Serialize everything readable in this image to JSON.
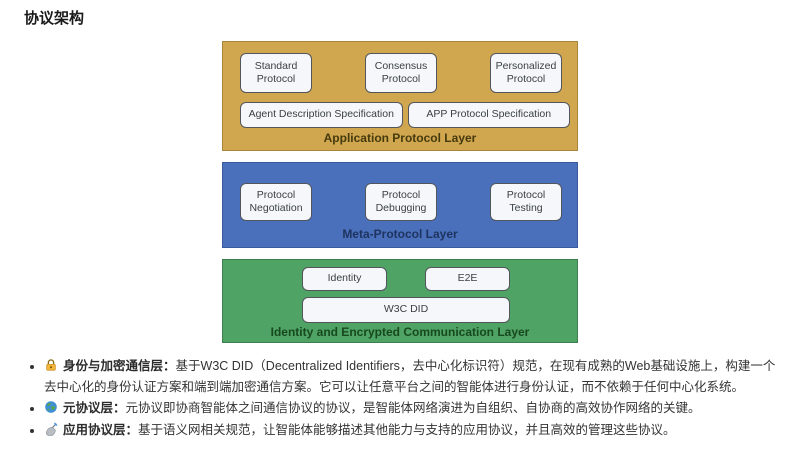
{
  "title": "协议架构",
  "diagram": {
    "app_layer": {
      "label": "Application Protocol Layer",
      "color": "#d0a64f",
      "boxes_row1": [
        "Standard Protocol",
        "Consensus Protocol",
        "Personalized Protocol"
      ],
      "boxes_row2": [
        "Agent Description Specification",
        "APP Protocol Specification"
      ]
    },
    "meta_layer": {
      "label": "Meta-Protocol Layer",
      "color": "#4a70bc",
      "boxes": [
        "Protocol Negotiation",
        "Protocol Debugging",
        "Protocol Testing"
      ]
    },
    "identity_layer": {
      "label": "Identity and Encrypted Communication Layer",
      "color": "#4fa365",
      "boxes_row1": [
        "Identity",
        "E2E"
      ],
      "boxes_row2": [
        "W3C DID"
      ]
    }
  },
  "notes": [
    {
      "icon": "lock-icon",
      "heading": "身份与加密通信层：",
      "text": "基于W3C DID（Decentralized Identifiers，去中心化标识符）规范，在现有成熟的Web基础设施上，构建一个去中心化的身份认证方案和端到端加密通信方案。它可以让任意平台之间的智能体进行身份认证，而不依赖于任何中心化系统。"
    },
    {
      "icon": "globe-icon",
      "heading": "元协议层：",
      "text": "元协议即协商智能体之间通信协议的协议，是智能体网络演进为自组织、自协商的高效协作网络的关键。"
    },
    {
      "icon": "satellite-icon",
      "heading": "应用协议层：",
      "text": "基于语义网相关规范，让智能体能够描述其他能力与支持的应用协议，并且高效的管理这些协议。"
    }
  ]
}
